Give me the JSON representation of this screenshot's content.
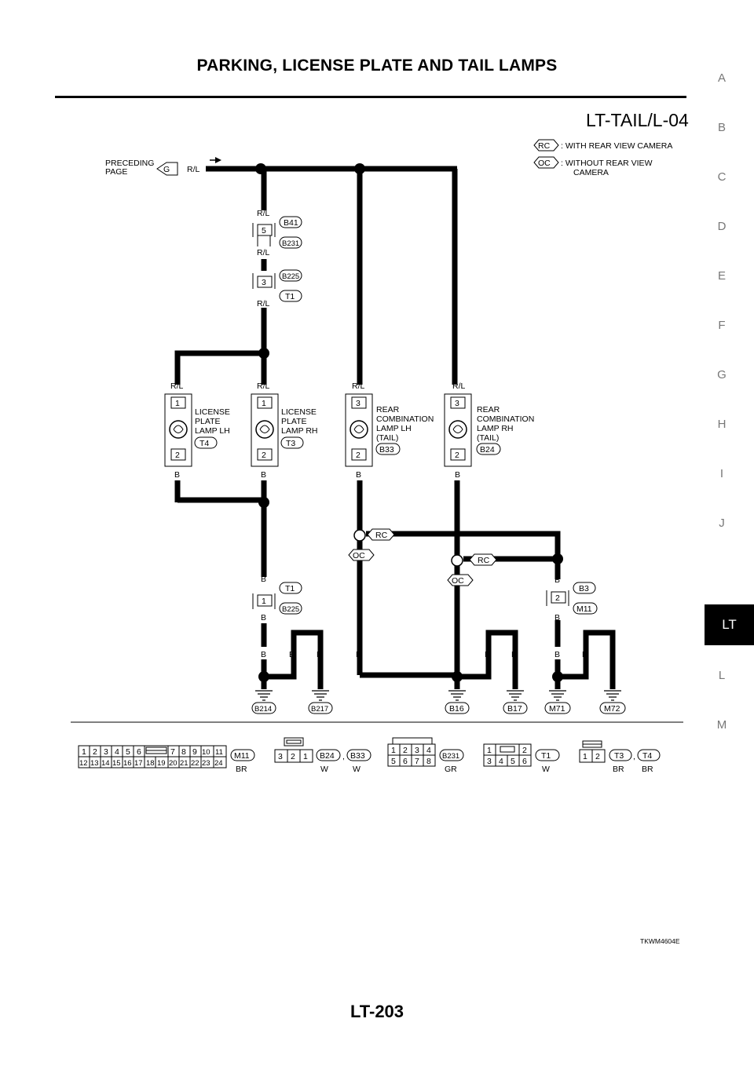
{
  "header": {
    "title": "PARKING, LICENSE PLATE AND TAIL LAMPS",
    "diagram_id": "LT-TAIL/L-04"
  },
  "side_index": [
    "A",
    "B",
    "C",
    "D",
    "E",
    "F",
    "G",
    "H",
    "I",
    "J",
    "LT",
    "L",
    "M"
  ],
  "active_section": "LT",
  "legend": [
    {
      "code": "RC",
      "text": ": WITH REAR VIEW CAMERA"
    },
    {
      "code": "OC",
      "text": ": WITHOUT REAR VIEW",
      "text2": "CAMERA"
    }
  ],
  "preceding": {
    "line1": "PRECEDING",
    "line2": "PAGE",
    "code": "G",
    "wire": "R/L"
  },
  "wire_colors": {
    "rl": "R/L",
    "b": "B"
  },
  "connectors": {
    "b41": "B41",
    "b231": "B231",
    "b41_pin": "5",
    "b225": "B225",
    "t1": "T1",
    "t1_pin": "3",
    "t1_bottom": "T1",
    "b225_bottom": "B225",
    "t1_bottom_pin": "1",
    "b3": "B3",
    "m11": "M11",
    "b3_pin": "2"
  },
  "lamps": [
    {
      "l1": "LICENSE",
      "l2": "PLATE",
      "l3": "LAMP LH",
      "l4": "",
      "conn": "T4",
      "pin_top": "1",
      "pin_bot": "2"
    },
    {
      "l1": "LICENSE",
      "l2": "PLATE",
      "l3": "LAMP RH",
      "l4": "",
      "conn": "T3",
      "pin_top": "1",
      "pin_bot": "2"
    },
    {
      "l1": "REAR",
      "l2": "COMBINATION",
      "l3": "LAMP LH",
      "l4": "(TAIL)",
      "conn": "B33",
      "pin_top": "3",
      "pin_bot": "2"
    },
    {
      "l1": "REAR",
      "l2": "COMBINATION",
      "l3": "LAMP RH",
      "l4": "(TAIL)",
      "conn": "B24",
      "pin_top": "3",
      "pin_bot": "2"
    }
  ],
  "options": {
    "rc": "RC",
    "oc": "OC"
  },
  "grounds": [
    "B214",
    "B217",
    "B16",
    "B17",
    "M71",
    "M72"
  ],
  "connector_views": {
    "m11": {
      "row1": [
        "1",
        "2",
        "3",
        "4",
        "5",
        "6",
        "7",
        "8",
        "9",
        "10",
        "11"
      ],
      "row2": [
        "12",
        "13",
        "14",
        "15",
        "16",
        "17",
        "18",
        "19",
        "20",
        "21",
        "22",
        "23",
        "24"
      ],
      "name": "M11",
      "color": "BR"
    },
    "b24_b33": {
      "pins": [
        "3",
        "2",
        "1"
      ],
      "names": [
        "B24",
        "B33"
      ],
      "colors": [
        "W",
        "W"
      ],
      "sep": ","
    },
    "b231": {
      "row1": [
        "1",
        "2",
        "3",
        "4"
      ],
      "row2": [
        "5",
        "6",
        "7",
        "8"
      ],
      "name": "B231",
      "color": "GR"
    },
    "t1": {
      "row1": [
        "1",
        "2"
      ],
      "row2": [
        "3",
        "4",
        "5",
        "6"
      ],
      "name": "T1",
      "color": "W"
    },
    "t3_t4": {
      "pins": [
        "1",
        "2"
      ],
      "names": [
        "T3",
        "T4"
      ],
      "colors": [
        "BR",
        "BR"
      ],
      "sep": ","
    }
  },
  "figure_code": "TKWM4604E",
  "page_number": "LT-203"
}
